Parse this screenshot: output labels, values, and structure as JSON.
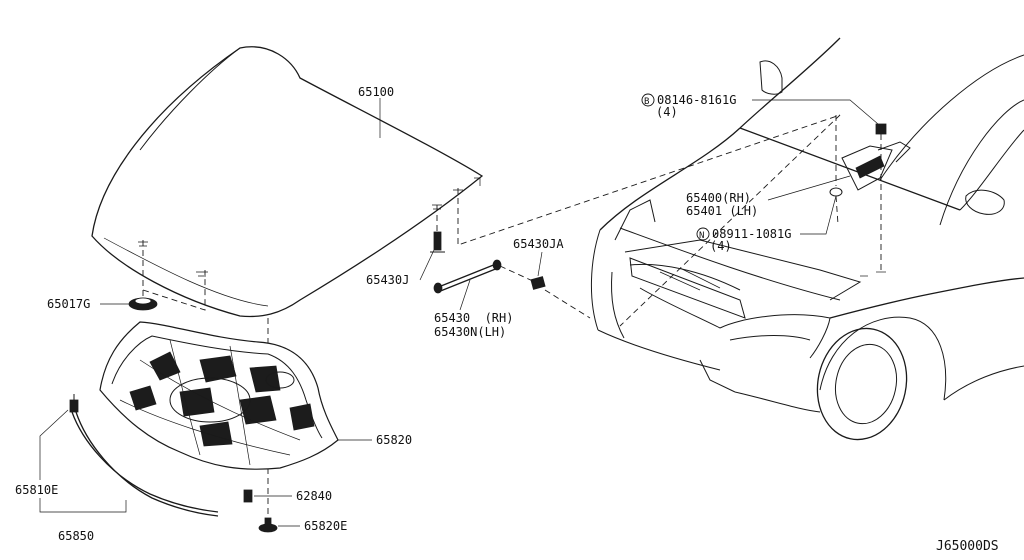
{
  "parts": {
    "hood": "65100",
    "hood_bumper": "65017G",
    "gas_stay_upper": "65430J",
    "gas_stay_lower": "65430JA",
    "gas_stay_rh": "65430  (RH)",
    "gas_stay_lh": "65430N(LH)",
    "hinge_rh": "65400(RH)",
    "hinge_lh": "65401 (LH)",
    "hinge_bolt": "08146-8161G",
    "hinge_bolt_qty": "(4)",
    "hinge_nut": "08911-1081G",
    "hinge_nut_qty": "(4)",
    "insulator": "65820",
    "clip_seal": "65810E",
    "seal_assy": "65850",
    "bumper_rubber": "62840",
    "insulator_clip": "65820E"
  },
  "markers": {
    "bolt_circle": "B",
    "nut_circle": "N"
  },
  "diagram_code": "J65000DS"
}
